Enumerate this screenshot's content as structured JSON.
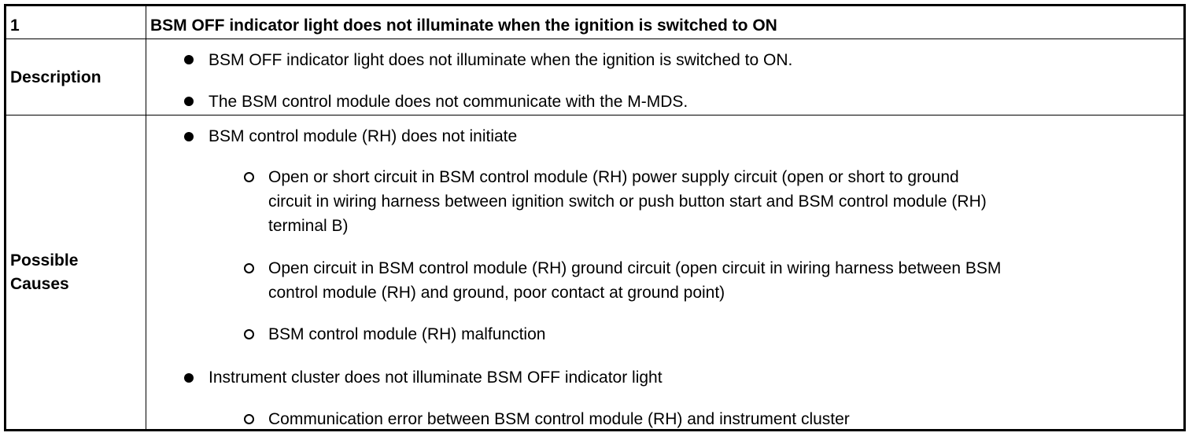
{
  "header": {
    "number": "1",
    "title": "BSM OFF indicator light does not illuminate when the ignition is switched to ON"
  },
  "description": {
    "label": "Description",
    "items": [
      "BSM OFF indicator light does not illuminate when the ignition is switched to ON.",
      "The BSM control module does not communicate with the M-MDS."
    ]
  },
  "possible_causes": {
    "label_line1": "Possible",
    "label_line2": "Causes",
    "cause1": {
      "text": "BSM control module (RH) does not initiate",
      "sub1_line1": "Open or short circuit in BSM control module (RH) power supply circuit (open or short to ground",
      "sub1_line2": "circuit in wiring harness between ignition switch or push button start and BSM control module (RH)",
      "sub1_line3": "terminal B)",
      "sub2_line1": "Open circuit in BSM control module (RH) ground circuit (open circuit in wiring harness between BSM",
      "sub2_line2": "control module (RH) and ground, poor contact at ground point)",
      "sub3": "BSM control module (RH) malfunction"
    },
    "cause2": {
      "text": "Instrument cluster does not illuminate BSM OFF indicator light",
      "sub1": "Communication error between BSM control module (RH) and instrument cluster"
    }
  }
}
